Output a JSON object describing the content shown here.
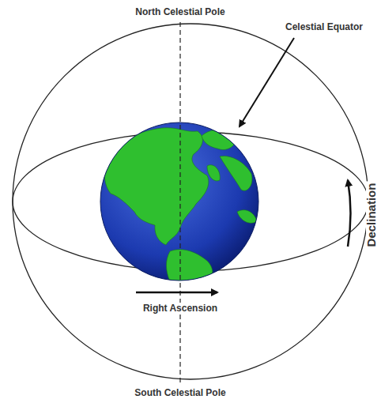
{
  "diagram": {
    "labels": [
      "North Celestial Pole",
      "Celestial Equator",
      "Declination",
      "Right Ascension",
      "South Celestial Pole"
    ]
  }
}
